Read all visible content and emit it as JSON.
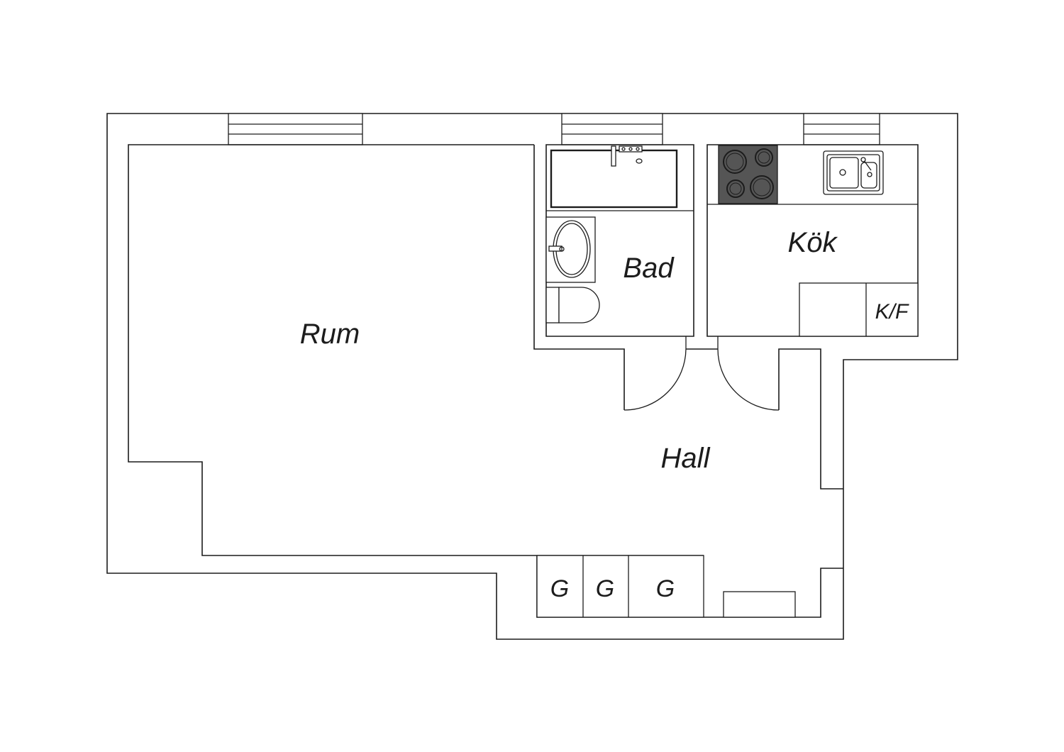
{
  "floorplan": {
    "rooms": {
      "rum": "Rum",
      "bad": "Bad",
      "kok": "Kök",
      "hall": "Hall"
    },
    "fixtures": {
      "kf": "K/F",
      "wardrobe_1": "G",
      "wardrobe_2": "G",
      "wardrobe_3": "G"
    },
    "colors": {
      "line": "#1c1c1c",
      "stove": "#555555",
      "background": "#ffffff"
    }
  }
}
